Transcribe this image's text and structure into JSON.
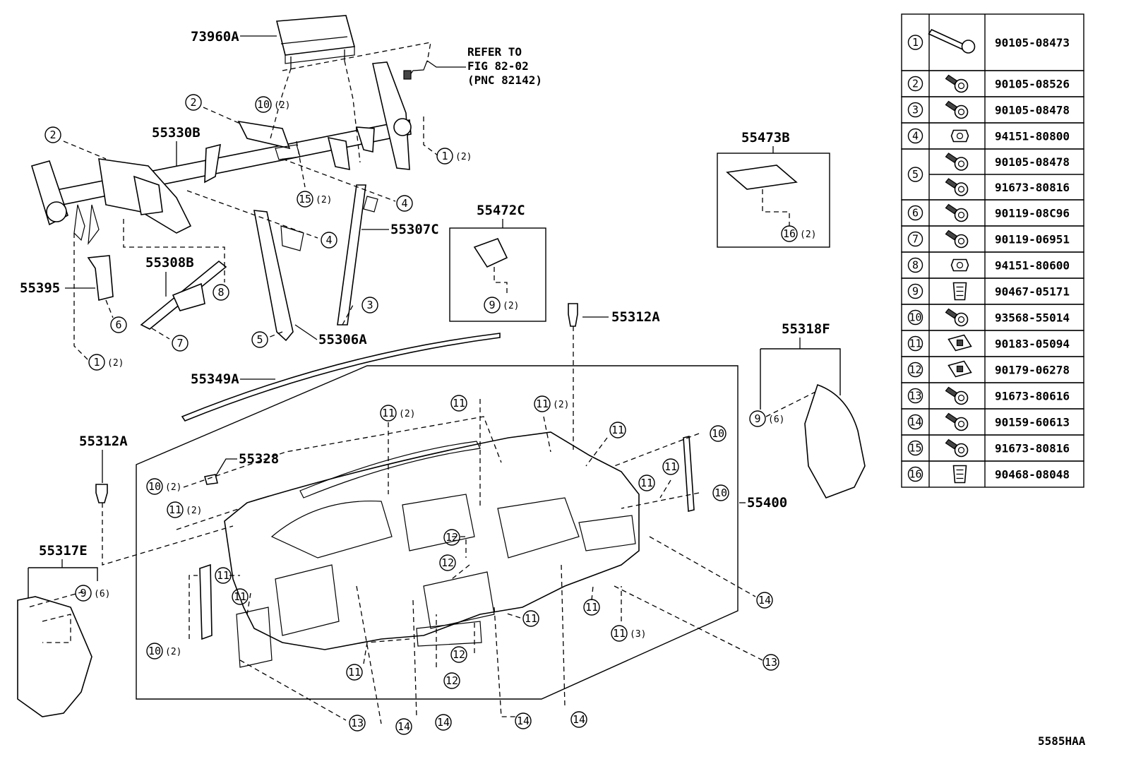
{
  "figure": {
    "code": "5585HAA"
  },
  "part_labels": {
    "p73960A": "73960A",
    "p55330B": "55330B",
    "p55473B": "55473B",
    "p55472C": "55472C",
    "p55307C": "55307C",
    "p55308B": "55308B",
    "p55395": "55395",
    "p55306A": "55306A",
    "p55312A_a": "55312A",
    "p55312A_b": "55312A",
    "p55318F": "55318F",
    "p55349A": "55349A",
    "p55328": "55328",
    "p55400": "55400",
    "p55317E": "55317E"
  },
  "reference_note": {
    "line1": "REFER TO",
    "line2": "FIG 82-02",
    "line3": "(PNC 82142)"
  },
  "qty": {
    "q2": "(2)",
    "q3": "(3)",
    "q6": "(6)"
  },
  "callout_numbers": [
    "1",
    "2",
    "3",
    "4",
    "5",
    "6",
    "7",
    "8",
    "9",
    "10",
    "11",
    "12",
    "13",
    "14",
    "15",
    "16"
  ],
  "fastener_table": {
    "rows": [
      {
        "no": "1",
        "pn": "90105-08473",
        "icon": "long-bolt-icon"
      },
      {
        "no": "2",
        "pn": "90105-08526",
        "icon": "flange-bolt-icon"
      },
      {
        "no": "3",
        "pn": "90105-08478",
        "icon": "bolt-icon"
      },
      {
        "no": "4",
        "pn": "94151-80800",
        "icon": "nut-icon"
      },
      {
        "no": "5",
        "pn": "90105-08478",
        "pn2": "91673-80816",
        "icon": "bolt-icon"
      },
      {
        "no": "6",
        "pn": "90119-08C96",
        "icon": "bolt-icon"
      },
      {
        "no": "7",
        "pn": "90119-06951",
        "icon": "bolt-icon"
      },
      {
        "no": "8",
        "pn": "94151-80600",
        "icon": "nut-icon"
      },
      {
        "no": "9",
        "pn": "90467-05171",
        "icon": "clip-icon"
      },
      {
        "no": "10",
        "pn": "93568-55014",
        "icon": "screw-icon"
      },
      {
        "no": "11",
        "pn": "90183-05094",
        "icon": "clip-nut-icon"
      },
      {
        "no": "12",
        "pn": "90179-06278",
        "icon": "clip-nut-icon"
      },
      {
        "no": "13",
        "pn": "91673-80616",
        "icon": "screw-icon"
      },
      {
        "no": "14",
        "pn": "90159-60613",
        "icon": "screw-icon"
      },
      {
        "no": "15",
        "pn": "91673-80816",
        "icon": "screw-icon"
      },
      {
        "no": "16",
        "pn": "90468-08048",
        "icon": "clip-icon"
      }
    ]
  }
}
